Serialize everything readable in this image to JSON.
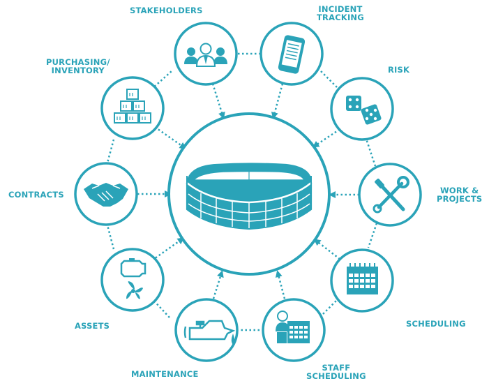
{
  "diagram": {
    "accent_color": "#2aa3b8",
    "center": {
      "icon": "stadium-icon"
    },
    "nodes": [
      {
        "key": "stakeholders",
        "label": "STAKEHOLDERS",
        "icon": "people-icon"
      },
      {
        "key": "incident",
        "label": "INCIDENT\nTRACKING",
        "icon": "smartphone-icon"
      },
      {
        "key": "risk",
        "label": "RISK",
        "icon": "dice-icon"
      },
      {
        "key": "work",
        "label": "WORK &\nPROJECTS",
        "icon": "tools-icon"
      },
      {
        "key": "scheduling",
        "label": "SCHEDULING",
        "icon": "calendar-icon"
      },
      {
        "key": "staff",
        "label": "STAFF\nSCHEDULING",
        "icon": "staff-calendar-icon"
      },
      {
        "key": "maintenance",
        "label": "MAINTENANCE",
        "icon": "oil-can-icon"
      },
      {
        "key": "assets",
        "label": "ASSETS",
        "icon": "engine-fan-icon"
      },
      {
        "key": "contracts",
        "label": "CONTRACTS",
        "icon": "handshake-icon"
      },
      {
        "key": "purchasing",
        "label": "PURCHASING/\nINVENTORY",
        "icon": "boxes-icon"
      }
    ]
  }
}
